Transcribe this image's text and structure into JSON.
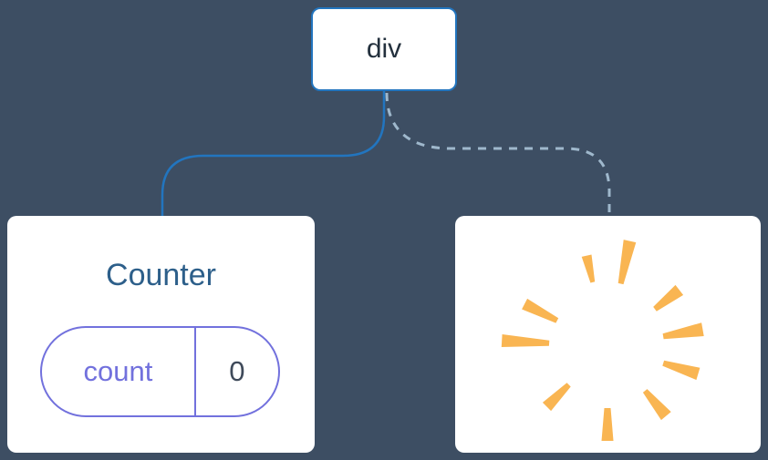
{
  "root_node": {
    "label": "div"
  },
  "counter_card": {
    "title": "Counter",
    "state": {
      "key": "count",
      "value": "0"
    }
  },
  "poof_card": {
    "icon": "poof-starburst-icon"
  },
  "colors": {
    "background": "#3d4e63",
    "card_background": "#ffffff",
    "solid_connector": "#2275bf",
    "dashed_connector": "#9fb8cc",
    "node_border": "#2275bf",
    "node_text": "#23303d",
    "counter_title_text": "#2d5f8a",
    "state_pill_purple": "#7271dd",
    "state_value_text": "#3f4a5a",
    "poof_orange": "#f9b552"
  }
}
